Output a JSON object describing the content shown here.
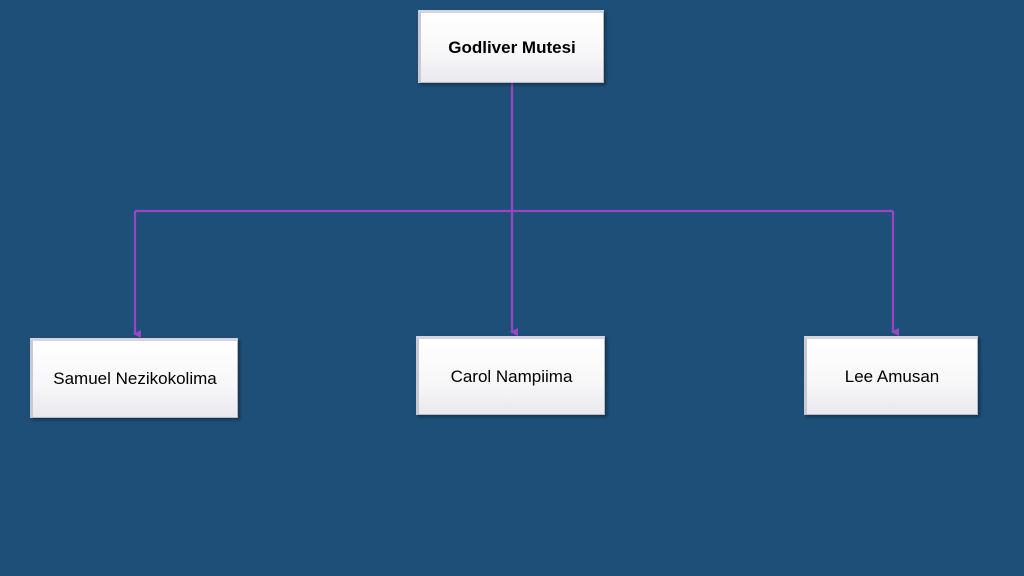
{
  "org_chart": {
    "root": {
      "name": "Godliver Mutesi"
    },
    "children": [
      {
        "name": "Samuel Nezikokolima"
      },
      {
        "name": "Carol Nampiima"
      },
      {
        "name": "Lee Amusan"
      }
    ]
  },
  "colors": {
    "background": "#1d4f78",
    "connector": "#9b44c6",
    "box_fill": "#f7f7f9",
    "box_bevel": "#d4d4dc",
    "text": "#000000"
  }
}
